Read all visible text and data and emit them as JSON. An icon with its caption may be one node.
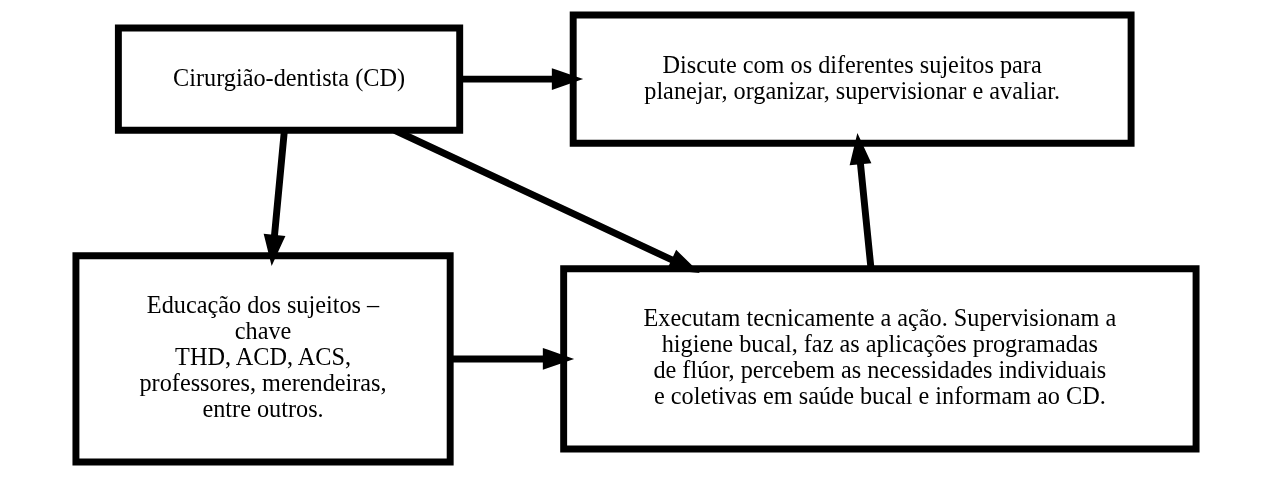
{
  "diagram": {
    "nodes": [
      {
        "text": [
          "Cirurgião-dentista (CD)"
        ]
      },
      {
        "text": [
          "Discute com os diferentes sujeitos para planejar, organizar, supervisionar e avaliar."
        ]
      },
      {
        "text": [
          "Educação dos sujeitos – chave",
          "THD, ACD, ACS, professores, merendeiras, entre outros."
        ]
      },
      {
        "text": [
          "Executam tecnicamente a ação. Supervisionam a higiene bucal, faz as aplicações programadas de flúor, percebem as necessidades individuais e coletivas em saúde bucal e informam ao CD."
        ]
      }
    ],
    "edges": [
      {
        "from": 0,
        "to": 1,
        "arrow": "to"
      },
      {
        "from": 0,
        "to": 2,
        "arrow": "to"
      },
      {
        "from": 0,
        "to": 3,
        "arrow": "to"
      },
      {
        "from": 2,
        "to": 3,
        "arrow": "to"
      },
      {
        "from": 3,
        "to": 1,
        "arrow": "to"
      }
    ]
  }
}
